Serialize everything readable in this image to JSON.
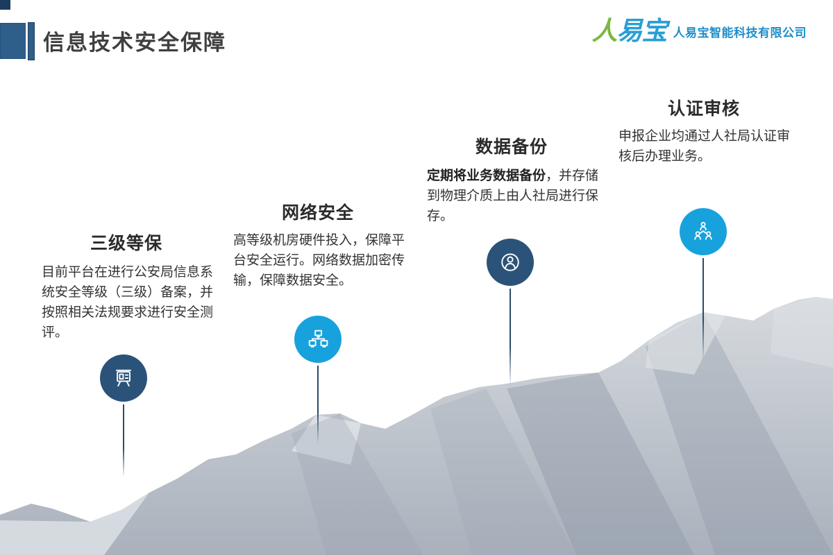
{
  "slide": {
    "title": "信息技术安全保障"
  },
  "logo": {
    "brand_green": "人",
    "brand_blue": "易宝",
    "company": "人易宝智能科技有限公司"
  },
  "colors": {
    "navy_circle": "#2b5379",
    "cyan_circle": "#18a2dd",
    "header_square": "#2e5e8a",
    "header_square_dark": "#1c3c5e",
    "logo_green": "#7cb742",
    "logo_blue": "#2a9fd4",
    "title_text": "#3f3f3f",
    "body_text": "#333333"
  },
  "features": [
    {
      "title": "三级等保",
      "lead": "",
      "body": "目前平台在进行公安局信息系统安全等级（三级）备案，并按照相关法规要求进行安全测评。",
      "icon": "presentation-board-icon",
      "circle_color": "#2b5379"
    },
    {
      "title": "网络安全",
      "lead": "",
      "body": "高等级机房硬件投入，保障平台安全运行。网络数据加密传输，保障数据安全。",
      "icon": "network-nodes-icon",
      "circle_color": "#18a2dd"
    },
    {
      "title": "数据备份",
      "lead": "定期将业务数据备份",
      "body": "，并存储到物理介质上由人社局进行保存。",
      "icon": "user-profile-icon",
      "circle_color": "#2b5379"
    },
    {
      "title": "认证审核",
      "lead": "",
      "body": "申报企业均通过人社局认证审核后办理业务。",
      "icon": "team-icon",
      "circle_color": "#18a2dd"
    }
  ]
}
